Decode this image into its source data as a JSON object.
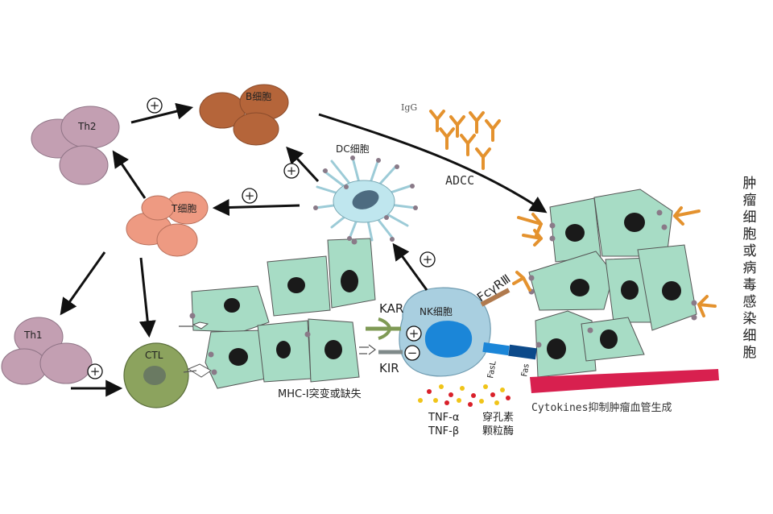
{
  "labels": {
    "b_cell": "B细胞",
    "th2": "Th2",
    "th1": "Th1",
    "t_cell": "T细胞",
    "ctl": "CTL",
    "dc_cell": "DC细胞",
    "nk_cell": "NK细胞",
    "igg": "IgG",
    "adcc": "ADCC",
    "kar": "KAR",
    "kir": "KIR",
    "fcr": "FcγRⅢ",
    "fasl": "FasL",
    "fas": "Fas",
    "mhc": "MHC-Ⅰ突变或缺失",
    "tnf_a": "TNF-α",
    "tnf_b": "TNF-β",
    "perforin": "穿孔素",
    "granzyme": "颗粒酶",
    "cytokines": "Cytokines抑制肿瘤血管生成",
    "target_title": "肿瘤细胞或病毒感染细胞"
  },
  "symbols": {
    "plus": "+",
    "minus": "−"
  },
  "colors": {
    "b_cell": "#b5653a",
    "th_cell": "#c39fb2",
    "t_cell": "#ee9a82",
    "ctl": "#8ca35e",
    "nk": "#a9cfe0",
    "nk_nucleus": "#1b86d8",
    "dc": "#bfe6ee",
    "target_cell": "#a7dcc5",
    "antibody": "#e4922e",
    "cytokine_bar": "#d8204f"
  }
}
